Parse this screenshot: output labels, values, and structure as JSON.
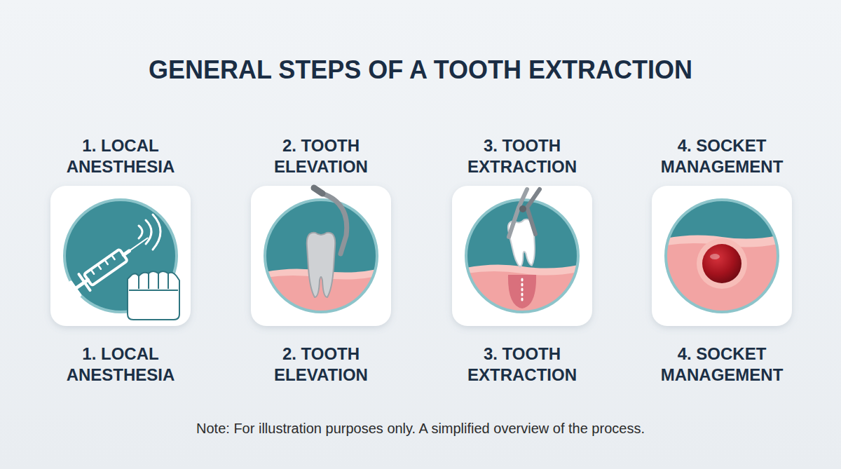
{
  "diagram": {
    "title": "GENERAL STEPS OF A TOOTH EXTRACTION",
    "caption": "Note: For illustration purposes only. A simplified overview of the process.",
    "nodes": [
      {
        "text": [
          "1. LOCAL ANESTHESIA",
          "1. LOCAL ANESTHESIA"
        ]
      },
      {
        "text": [
          "2. TOOTH ELEVATION",
          "2. TOOTH ELEVATION"
        ]
      },
      {
        "text": [
          "3. TOOTH EXTRACTION",
          "3. TOOTH EXTRACTION"
        ]
      },
      {
        "text": [
          "4. SOCKET MANAGEMENT",
          "4. SOCKET MANAGEMENT"
        ]
      }
    ],
    "edges": [
      {
        "from": 0,
        "to": 1,
        "arrow": "to"
      },
      {
        "from": 1,
        "to": 2,
        "arrow": "to"
      },
      {
        "from": 2,
        "to": 3,
        "arrow": "to"
      }
    ]
  }
}
